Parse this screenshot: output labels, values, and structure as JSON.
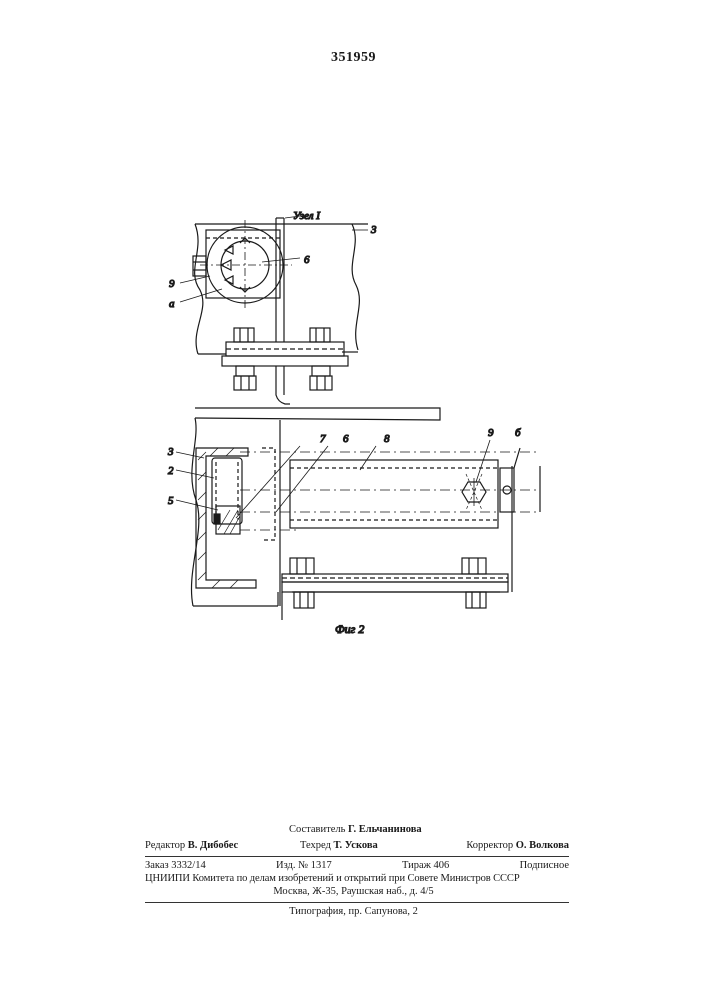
{
  "header": {
    "patent_number": "351959"
  },
  "figure": {
    "node_label": "Узел I",
    "caption": "Фиг 2",
    "top_view_labels": [
      "3",
      "6",
      "9",
      "а"
    ],
    "side_view_labels": [
      "3",
      "2",
      "5",
      "7",
      "6",
      "8",
      "9",
      "б"
    ]
  },
  "footer": {
    "compiler_label": "Составитель",
    "compiler_name": "Г. Ельчанинова",
    "editor_label": "Редактор",
    "editor_name": "В. Дибобес",
    "techred_label": "Техред",
    "techred_name": "Т. Ускова",
    "corrector_label": "Корректор",
    "corrector_name": "О. Волкова",
    "order": "Заказ 3332/14",
    "edition": "Изд. № 1317",
    "circulation": "Тираж 406",
    "subscription": "Подписное",
    "org_line": "ЦНИИПИ Комитета по делам изобретений и открытий при Совете Министров СССР",
    "address": "Москва, Ж-35, Раушская наб., д. 4/5",
    "printer": "Типография, пр. Сапунова, 2"
  }
}
